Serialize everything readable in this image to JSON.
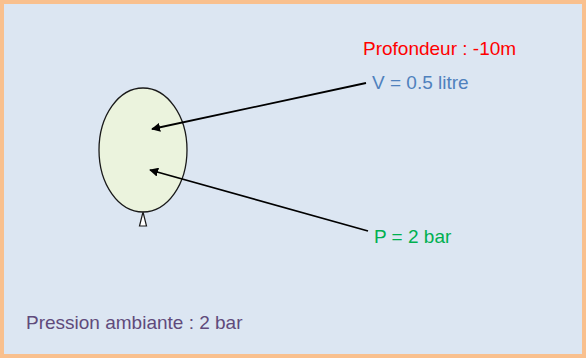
{
  "diagram": {
    "labels": [
      "Profondeur : -10m",
      "V = 0.5 litre",
      "P = 2 bar",
      "Pression ambiante : 2 bar"
    ]
  }
}
